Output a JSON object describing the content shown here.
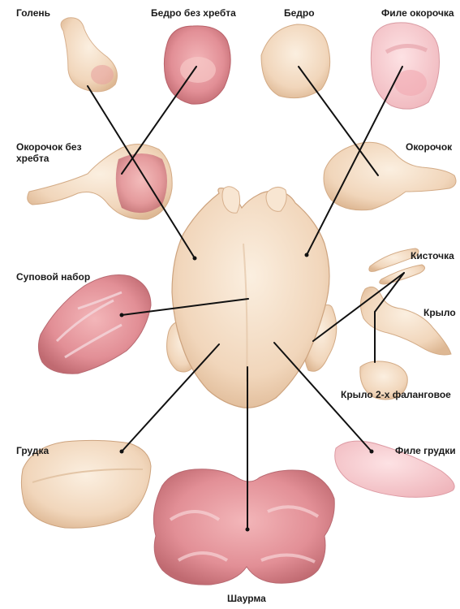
{
  "labels": {
    "golen": "Голень",
    "bedro_bez_khrebta": "Бедро без хребта",
    "bedro": "Бедро",
    "file_okorochka": "Филе окорочка",
    "okorochok_bez_khrebta": "Окорочок без хребта",
    "okorochok": "Окорочок",
    "kistochka": "Кисточка",
    "supovoy_nabor": "Суповой набор",
    "krylo": "Крыло",
    "krylo_2kh": "Крыло 2-х фаланговое",
    "grudka": "Грудка",
    "file_grudki": "Филе грудки",
    "shaurma": "Шаурма"
  },
  "colors": {
    "skin": "#f3dcc4",
    "skin_shade": "#e3c2a2",
    "meat": "#e9a3a8",
    "meat_dark": "#c76f76",
    "fillet": "#f6c6cc",
    "line": "#111111"
  }
}
